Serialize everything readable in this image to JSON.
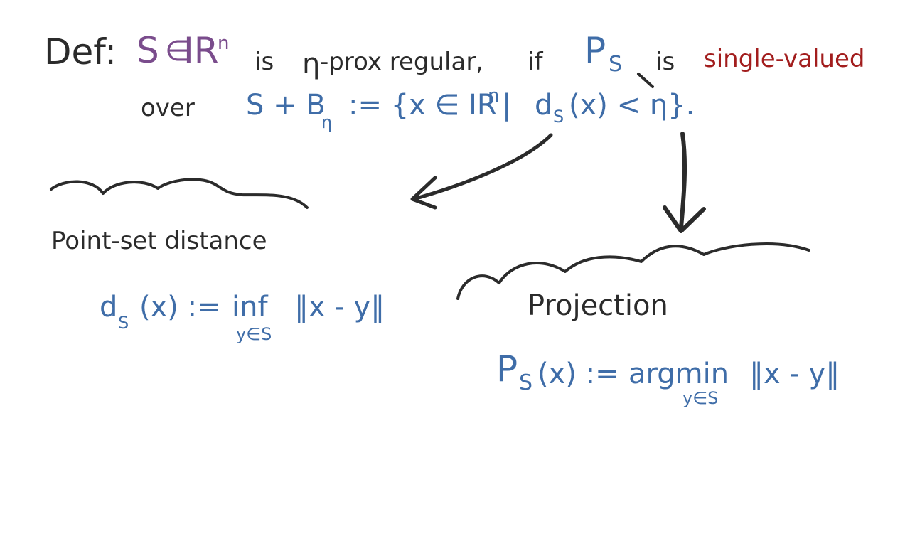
{
  "definition": {
    "prefix": "Def:",
    "set_symbol": "S",
    "element_of": "∈",
    "reals": "IR",
    "power": "n",
    "is_text": "is",
    "eta": "η",
    "prox_regular": "-prox regular,",
    "if_text": "if",
    "projection_symbol": "P",
    "projection_subscript": "S",
    "is2_text": "is",
    "single_valued": "single-valued",
    "over_text": "over",
    "tube_lhs": "S + B",
    "tube_subscript": "η",
    "tube_def": ":= {x ∈ IR",
    "tube_power": "n",
    "tube_bar": "|",
    "dist_symbol": "d",
    "dist_subscript": "S",
    "tube_cond": "(x) < η}."
  },
  "distance": {
    "title": "Point-set distance",
    "formula_lhs": "d",
    "formula_lhs_subscript": "S",
    "formula_mid": "(x) :=",
    "operator": "inf",
    "operator_sub": "y∈S",
    "norm": "‖x - y‖"
  },
  "projection": {
    "title": "Projection",
    "formula_lhs": "P",
    "formula_lhs_subscript": "S",
    "formula_mid": "(x) :=",
    "operator": "argmin",
    "operator_sub": "y∈S",
    "norm": "‖x - y‖"
  },
  "colors": {
    "ink_dark": "#2b2b2b",
    "ink_blue": "#3f6da8",
    "ink_purple": "#7a4c8c",
    "ink_red": "#a21d1d"
  }
}
